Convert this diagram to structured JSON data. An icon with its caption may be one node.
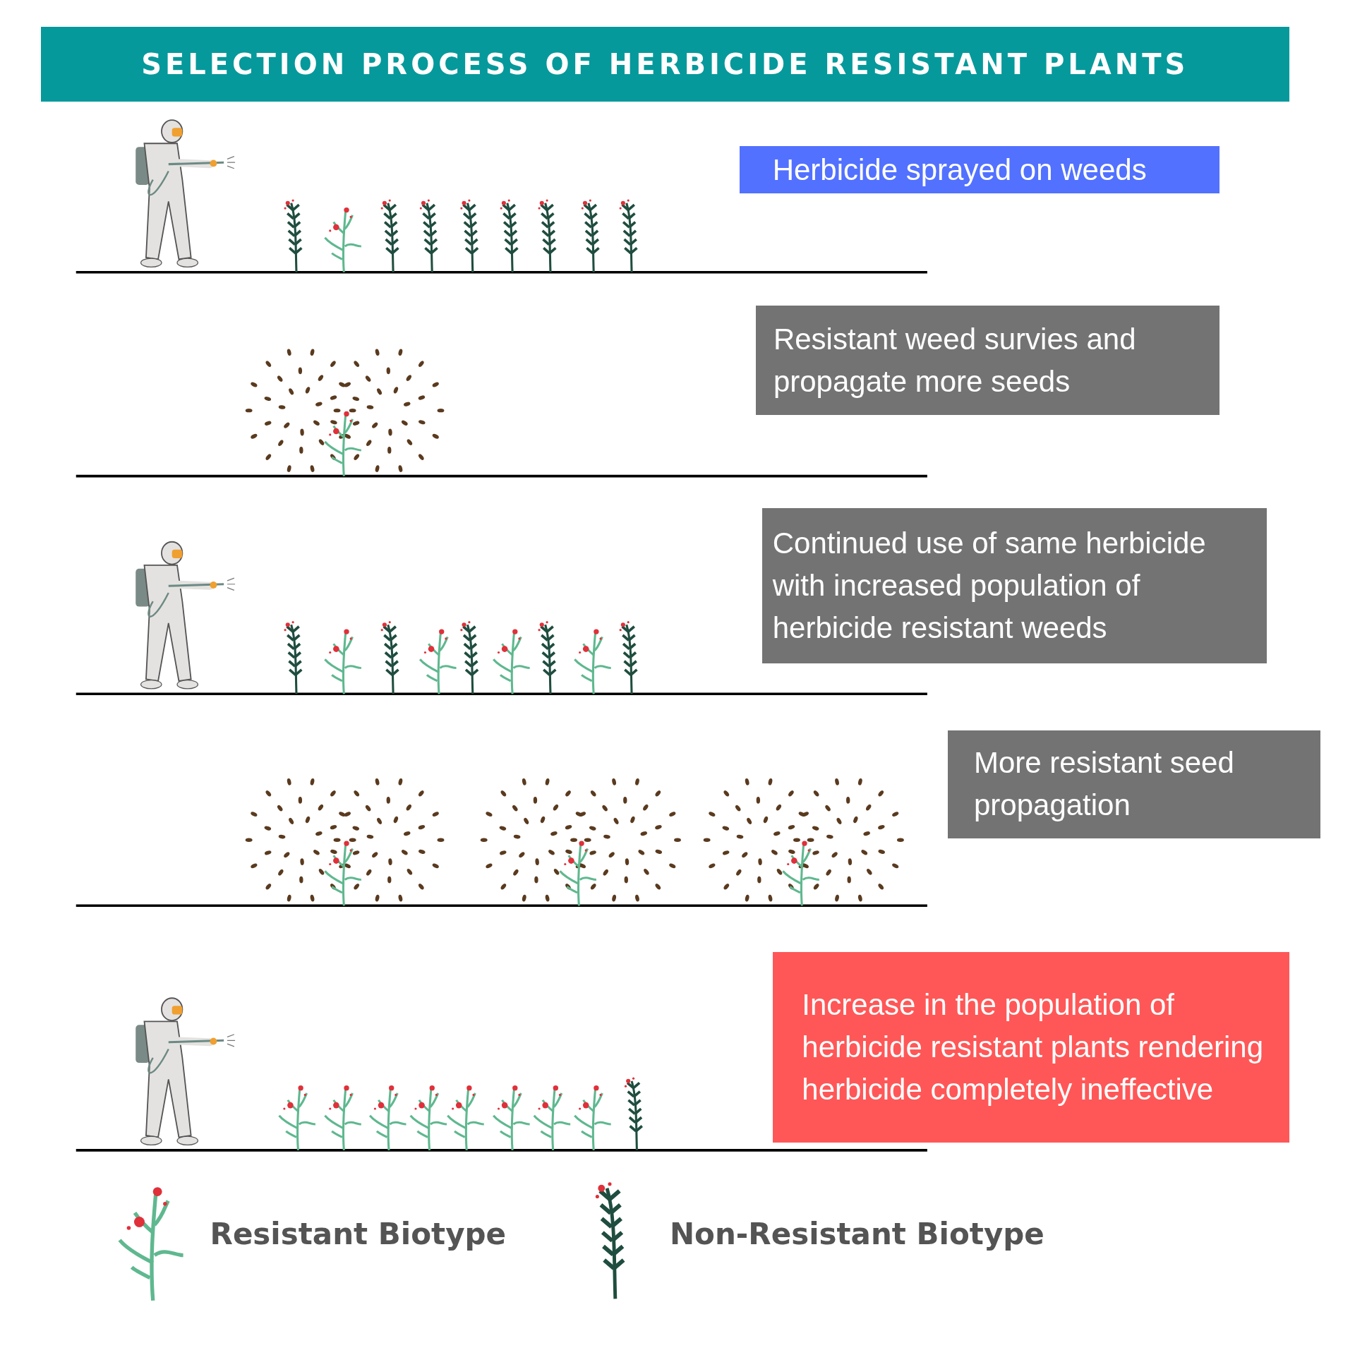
{
  "diagram": {
    "title": "SELECTION PROCESS OF HERBICIDE RESISTANT PLANTS",
    "nodes": [
      {
        "text": [
          "Herbicide sprayed on weeds"
        ]
      },
      {
        "text": [
          "Resistant weed survies and propagate more seeds"
        ]
      },
      {
        "text": [
          "Continued use of same herbicide with increased population of herbicide resistant weeds"
        ]
      },
      {
        "text": [
          "More resistant seed propagation"
        ]
      },
      {
        "text": [
          "Increase in the population of herbicide resistant plants rendering herbicide completely ineffective"
        ]
      }
    ],
    "legend": [
      {
        "text": "Resistant Biotype"
      },
      {
        "text": "Non-Resistant Biotype"
      }
    ]
  }
}
